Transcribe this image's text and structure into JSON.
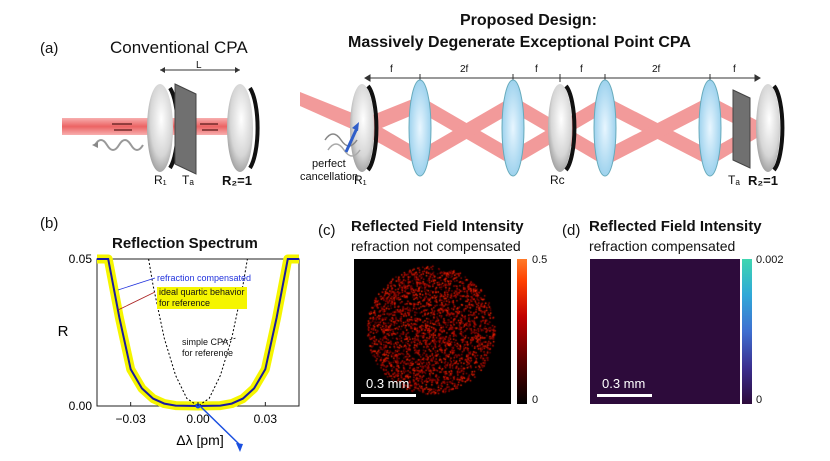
{
  "panel_a": {
    "label": "(a)",
    "conventional_title": "Conventional CPA",
    "proposed_title_line1": "Proposed Design:",
    "proposed_title_line2": "Massively Degenerate Exceptional Point CPA",
    "conventional": {
      "length_label": "L",
      "r1": "R₁",
      "ta": "Tₐ",
      "r2": "R₂=1"
    },
    "proposed": {
      "spacings": [
        "f",
        "2f",
        "f",
        "f",
        "2f",
        "f"
      ],
      "annotation_line1": "perfect",
      "annotation_line2": "cancellation",
      "r1": "R₁",
      "rc": "Rc",
      "ta": "Tₐ",
      "r2": "R₂=1"
    }
  },
  "panel_b": {
    "label": "(b)",
    "title": "Reflection Spectrum",
    "legend": {
      "refraction_compensated": "refraction compensated",
      "quartic_line1": "ideal quartic behavior",
      "quartic_line2": "for reference",
      "simple_line1": "simple CPA",
      "simple_line2": "for reference"
    },
    "colors": {
      "compensated": "#1a1aa0",
      "quartic": "#f5f500",
      "simple": "#000000"
    }
  },
  "panel_c": {
    "label": "(c)",
    "title": "Reflected Field Intensity",
    "subtitle": "refraction not compensated",
    "scalebar": "0.3 mm",
    "colorbar_max": "0.5",
    "colorbar_min": "0"
  },
  "panel_d": {
    "label": "(d)",
    "title": "Reflected Field Intensity",
    "subtitle": "refraction compensated",
    "scalebar": "0.3 mm",
    "colorbar_max": "0.002",
    "colorbar_min": "0",
    "field_color": "#2d0b3b"
  },
  "chart_data": {
    "type": "line",
    "title": "Reflection Spectrum",
    "xlabel": "Δλ [pm]",
    "ylabel": "R",
    "xlim": [
      -0.045,
      0.045
    ],
    "ylim": [
      0,
      0.05
    ],
    "xticks": [
      "−0.03",
      "0.00",
      "0.03"
    ],
    "yticks": [
      "0.00",
      "0.05"
    ],
    "series": [
      {
        "name": "refraction compensated",
        "style": "solid",
        "color": "#1a1aa0",
        "x": [
          -0.045,
          -0.04,
          -0.035,
          -0.03,
          -0.025,
          -0.02,
          -0.015,
          -0.01,
          0,
          0.01,
          0.015,
          0.02,
          0.025,
          0.03,
          0.035,
          0.04,
          0.045
        ],
        "y": [
          0.05,
          0.05,
          0.03,
          0.0125,
          0.006,
          0.0025,
          0.0008,
          0.00015,
          0,
          0.00015,
          0.0008,
          0.0025,
          0.006,
          0.0125,
          0.03,
          0.05,
          0.05
        ]
      },
      {
        "name": "ideal quartic behavior for reference",
        "style": "band",
        "color": "#f5f500",
        "x": [
          -0.045,
          -0.04,
          -0.035,
          -0.03,
          -0.025,
          -0.02,
          -0.015,
          -0.01,
          0,
          0.01,
          0.015,
          0.02,
          0.025,
          0.03,
          0.035,
          0.04,
          0.045
        ],
        "y": [
          0.05,
          0.05,
          0.03,
          0.0125,
          0.006,
          0.0025,
          0.0008,
          0.00015,
          0,
          0.00015,
          0.0008,
          0.0025,
          0.006,
          0.0125,
          0.03,
          0.05,
          0.05
        ]
      },
      {
        "name": "simple CPA for reference",
        "style": "dotted",
        "color": "#000000",
        "x": [
          -0.022,
          -0.02,
          -0.015,
          -0.01,
          -0.005,
          0,
          0.005,
          0.01,
          0.015,
          0.02,
          0.022
        ],
        "y": [
          0.05,
          0.041,
          0.023,
          0.0104,
          0.0026,
          0,
          0.0026,
          0.0104,
          0.023,
          0.041,
          0.05
        ]
      }
    ]
  }
}
